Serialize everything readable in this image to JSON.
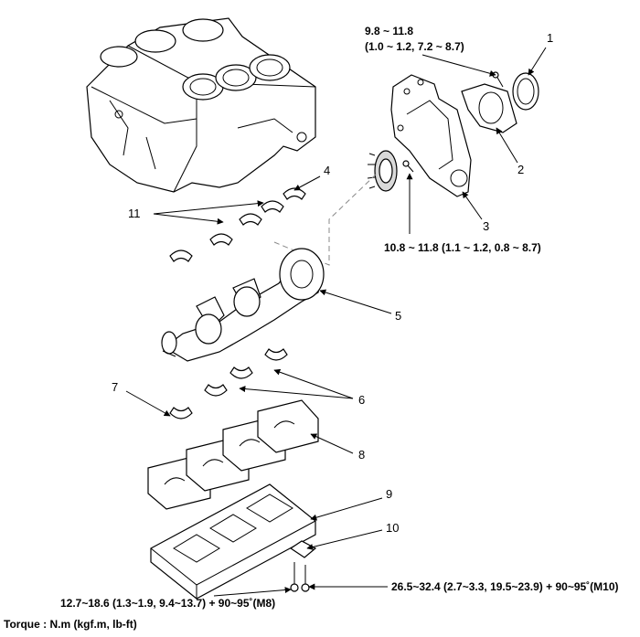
{
  "callouts": {
    "c1": "1",
    "c2": "2",
    "c3": "3",
    "c4": "4",
    "c5": "5",
    "c6": "6",
    "c7": "7",
    "c8": "8",
    "c9": "9",
    "c10": "10",
    "c11": "11"
  },
  "torque": {
    "t1_line1": "9.8 ~ 11.8",
    "t1_line2": "(1.0 ~ 1.2, 7.2 ~ 8.7)",
    "t2": "10.8 ~ 11.8 (1.1 ~ 1.2, 0.8 ~ 8.7)",
    "t3": "26.5~32.4 (2.7~3.3, 19.5~23.9) + 90~95˚(M10)",
    "t4": "12.7~18.6 (1.3~1.9, 9.4~13.7) + 90~95˚(M8)"
  },
  "footer": "Torque : N.m (kgf.m, lb-ft)"
}
